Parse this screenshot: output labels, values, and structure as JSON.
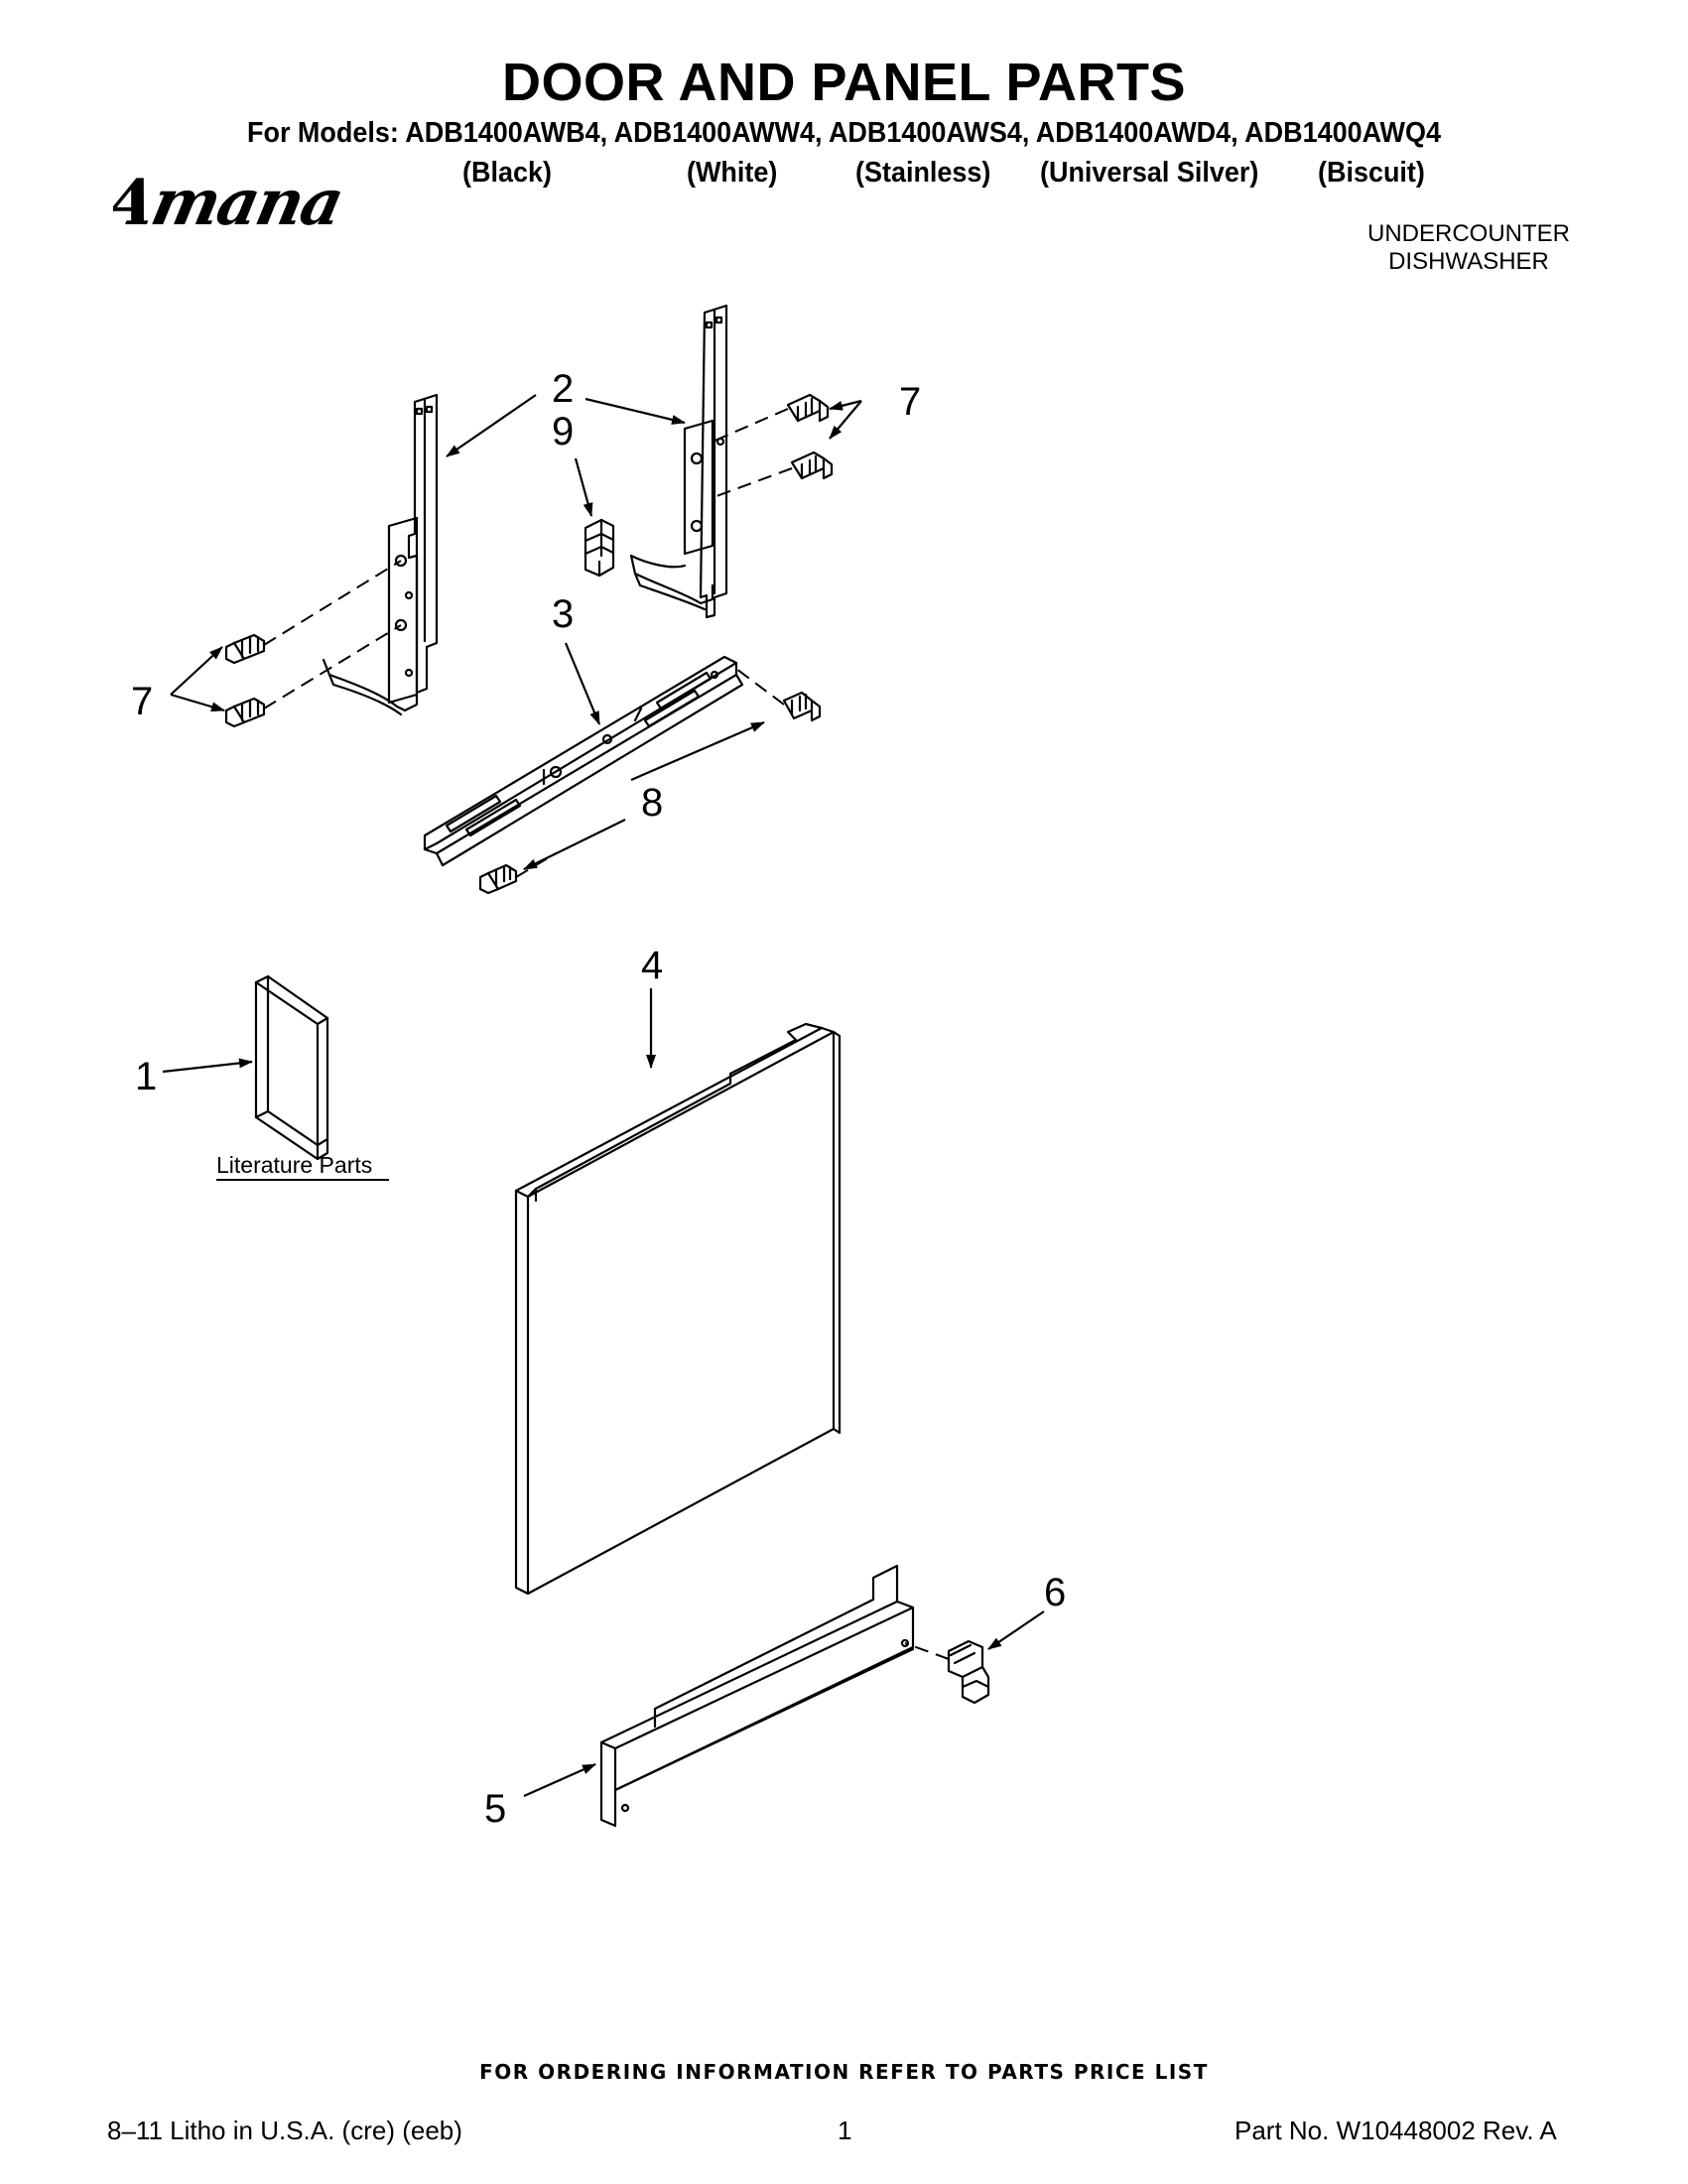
{
  "header": {
    "title": "DOOR AND PANEL PARTS",
    "models_line": "For Models: ADB1400AWB4, ADB1400AWW4, ADB1400AWS4, ADB1400AWD4, ADB1400AWQ4",
    "colors": [
      "(Black)",
      "(White)",
      "(Stainless)",
      "(Universal Silver)",
      "(Biscuit)"
    ],
    "brand": "Amana",
    "category_line1": "UNDERCOUNTER",
    "category_line2": "DISHWASHER"
  },
  "callouts": {
    "c1": "1",
    "c2": "2",
    "c3": "3",
    "c4": "4",
    "c5": "5",
    "c6": "6",
    "c7_right": "7",
    "c7_left": "7",
    "c8": "8",
    "c9": "9"
  },
  "literature_label": "Literature Parts",
  "footer": {
    "order_note": "FOR ORDERING INFORMATION REFER TO PARTS PRICE LIST",
    "litho": "8–11 Litho in U.S.A. (cre) (eeb)",
    "page_number": "1",
    "part_no": "Part No. W10448002 Rev. A"
  },
  "colors": {
    "ink": "#000000",
    "background": "#ffffff"
  }
}
